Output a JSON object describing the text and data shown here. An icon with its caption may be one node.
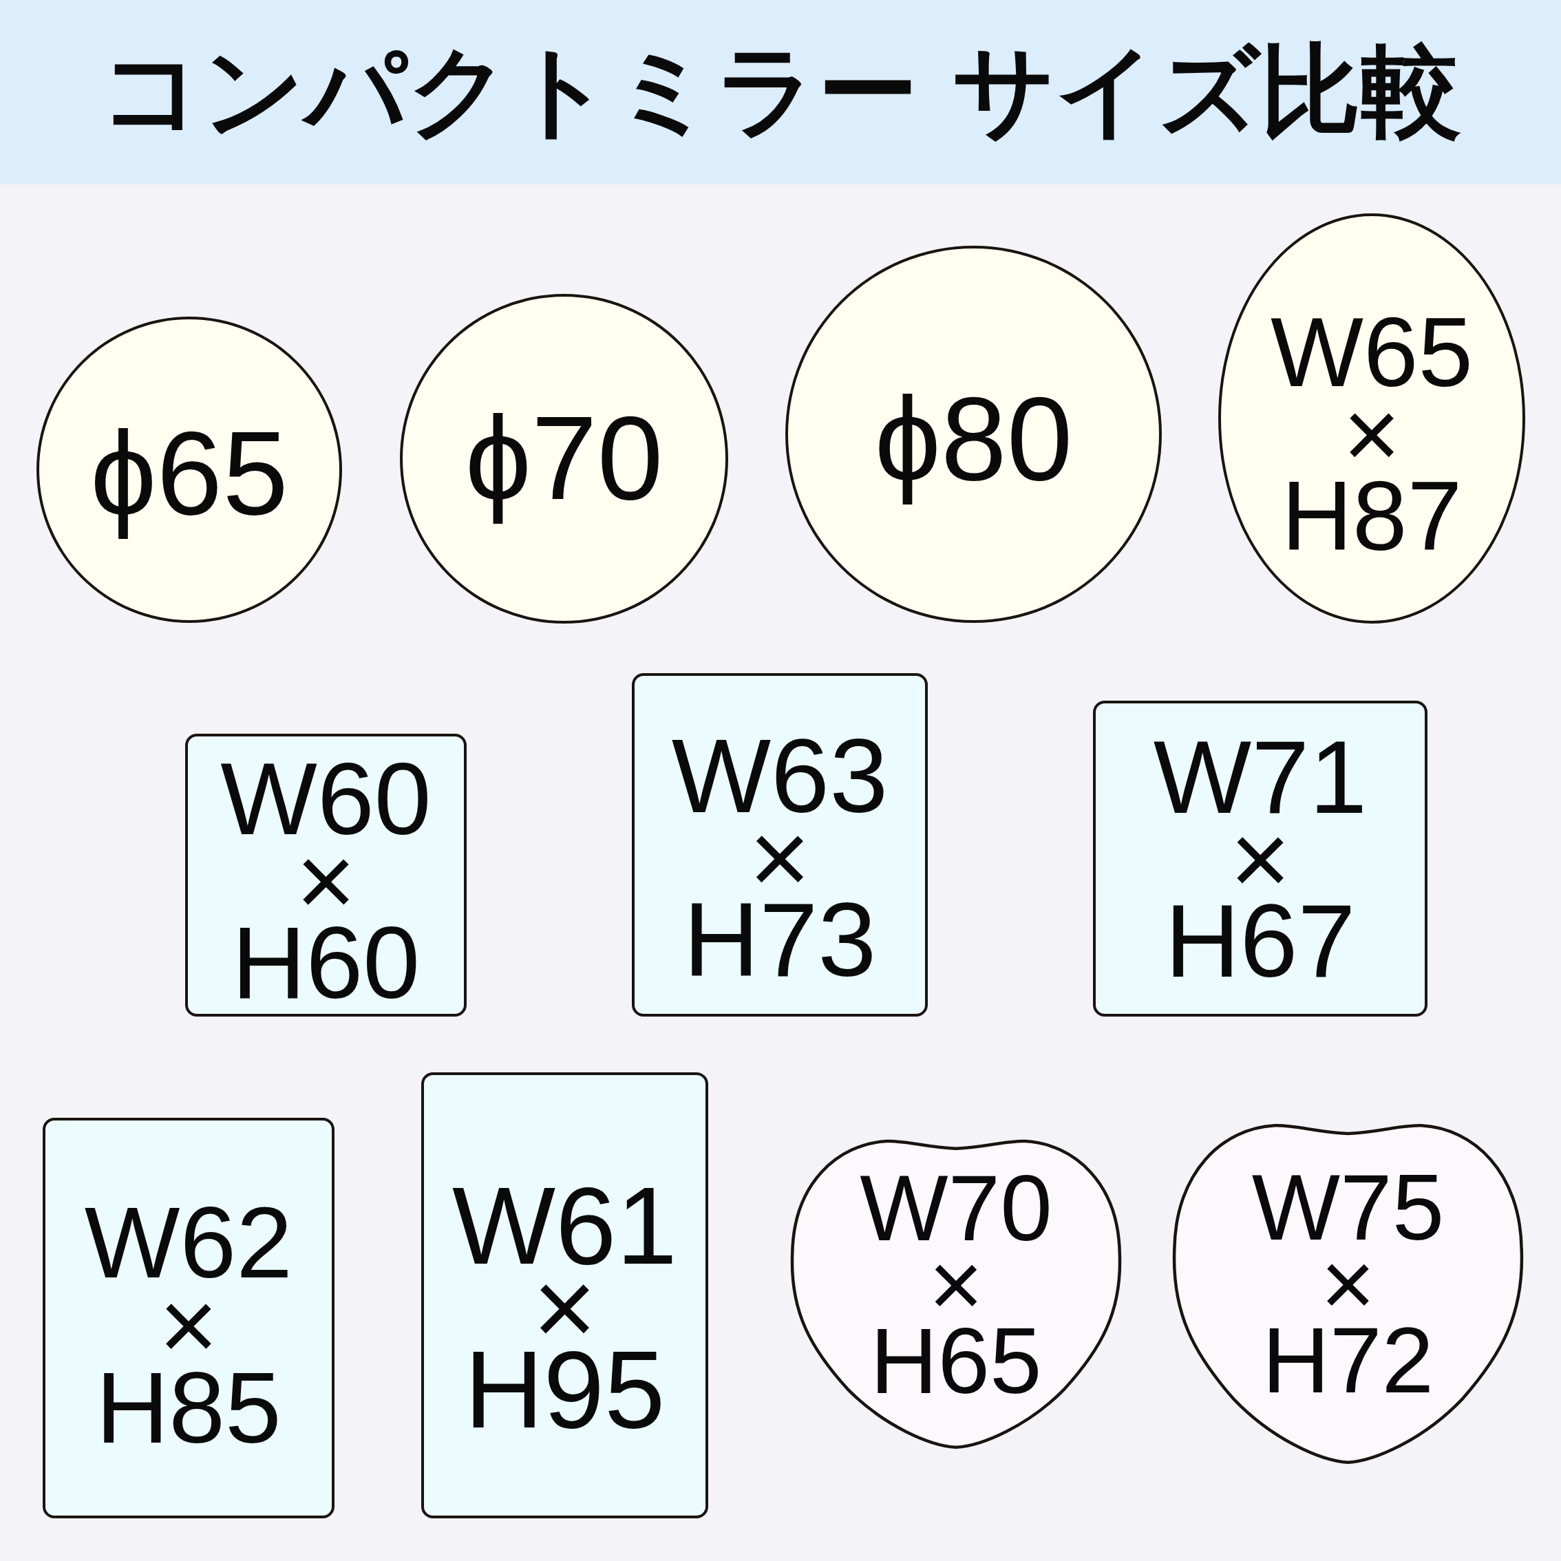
{
  "diagram": {
    "title": "コンパクトミラー サイズ比較",
    "nodes": [
      {
        "text": [
          "ϕ65"
        ]
      },
      {
        "text": [
          "ϕ70"
        ]
      },
      {
        "text": [
          "ϕ80"
        ]
      },
      {
        "text": [
          "W65 × H87"
        ]
      },
      {
        "text": [
          "W60 × H60"
        ]
      },
      {
        "text": [
          "W63 × H73"
        ]
      },
      {
        "text": [
          "W71 × H67"
        ]
      },
      {
        "text": [
          "W62 × H85"
        ]
      },
      {
        "text": [
          "W61 × H95"
        ]
      },
      {
        "text": [
          "W70 × H65"
        ]
      },
      {
        "text": [
          "W75 × H72"
        ]
      }
    ]
  }
}
